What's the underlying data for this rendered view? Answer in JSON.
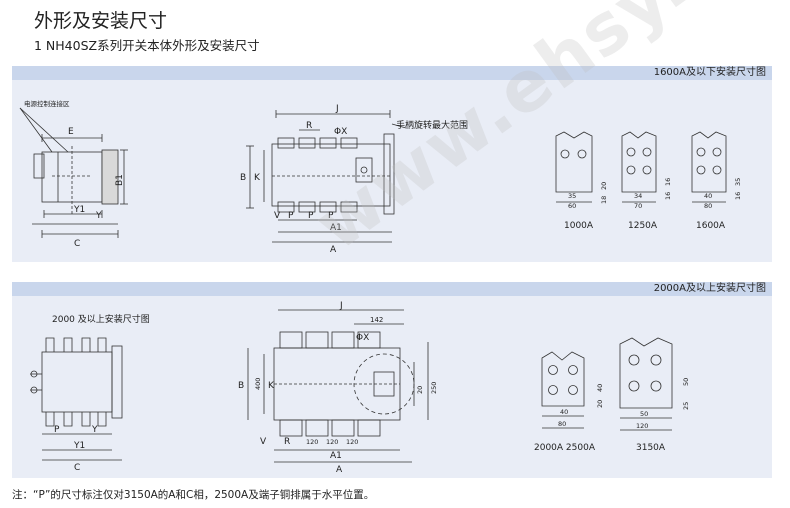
{
  "page": {
    "title": "外形及安装尺寸",
    "subtitle": "1 NH40SZ系列开关本体外形及安装尺寸",
    "note": "注：“P”的尺寸标注仅对3150A的A和C相，2500A及端子铜排属于水平位置。",
    "watermark": "www.ehsy.com"
  },
  "panel1": {
    "band_label": "1600A及以下安装尺寸图",
    "side": {
      "area_label": "电源控制连接区",
      "E": "E",
      "B1": "B1",
      "Y1": "Y1",
      "Y": "Y",
      "C": "C"
    },
    "front": {
      "J": "J",
      "R": "R",
      "phiX": "ΦX",
      "handle": "手柄旋转最大范围",
      "B": "B",
      "K": "K",
      "V": "V",
      "P1": "P",
      "P2": "P",
      "P3": "P",
      "A1": "A1",
      "A": "A"
    },
    "terminals": [
      {
        "caption": "1000A",
        "dims": [
          "20",
          "35",
          "60",
          "18"
        ]
      },
      {
        "caption": "1250A",
        "dims": [
          "34",
          "70",
          "16",
          "16"
        ]
      },
      {
        "caption": "1600A",
        "dims": [
          "35",
          "16",
          "40",
          "80"
        ]
      }
    ]
  },
  "panel2": {
    "band_label": "2000A及以上安装尺寸图",
    "side": {
      "caption": "2000 及以上安装尺寸图",
      "P": "P",
      "Y": "Y",
      "Y1": "Y1",
      "C": "C"
    },
    "front": {
      "J": "J",
      "d142": "142",
      "phiX": "ΦX",
      "B": "B",
      "d400": "400",
      "K": "K",
      "d20": "20",
      "d250": "250",
      "R": "R",
      "d120a": "120",
      "d120b": "120",
      "d120c": "120",
      "V": "V",
      "A1": "A1",
      "A": "A"
    },
    "terminals": [
      {
        "caption": "2000A 2500A",
        "dims": [
          "40",
          "20",
          "40",
          "80"
        ]
      },
      {
        "caption": "3150A",
        "dims": [
          "50",
          "25",
          "50",
          "120"
        ]
      }
    ]
  }
}
